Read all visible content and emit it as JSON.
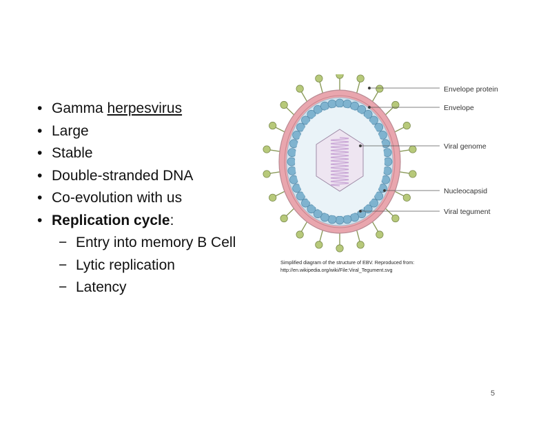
{
  "bullets": [
    {
      "text": "Gamma ",
      "underlined": "herpesvirus"
    },
    {
      "text": "Large"
    },
    {
      "text": "Stable"
    },
    {
      "text": "Double-stranded DNA"
    },
    {
      "text": "Co-evolution with us"
    },
    {
      "bold": "Replication cycle",
      "text": ":"
    }
  ],
  "subitems": [
    "Entry into memory B Cell",
    "Lytic replication",
    "Latency"
  ],
  "diagram": {
    "labels": {
      "envelope_protein": "Envelope protein",
      "envelope": "Envelope",
      "viral_genome": "Viral genome",
      "nucleocapsid": "Nucleocapsid",
      "viral_tegument": "Viral tegument"
    },
    "colors": {
      "envelope": "#e9a6ae",
      "tegument": "#cfe3ef",
      "nucleocapsid": "#7fb3cf",
      "protein": "#b7c97a",
      "genome": "#c9a6d6"
    }
  },
  "caption": {
    "line1": "Simplified diagram of the structure of EBV. Reproduced from:",
    "line2": "http://en.wikipedia.org/wiki/File:Viral_Tegument.svg"
  },
  "page_number": "5"
}
